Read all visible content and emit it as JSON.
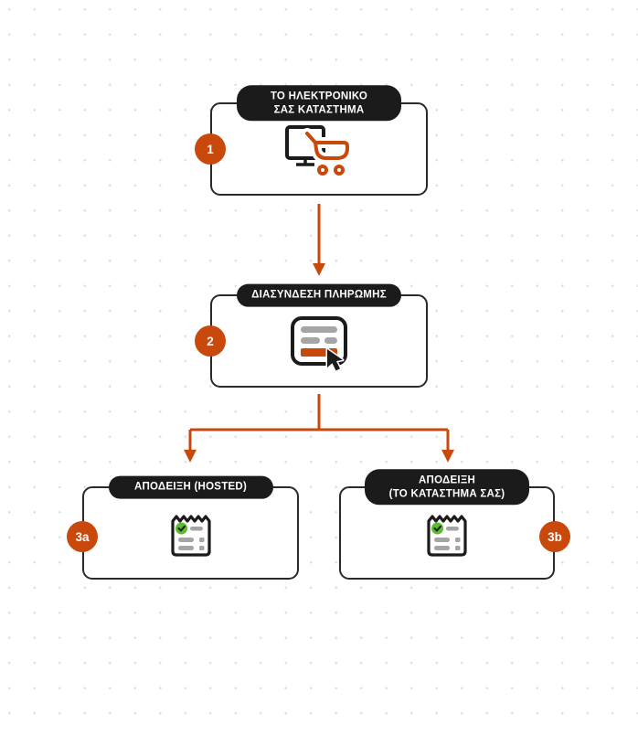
{
  "diagram": {
    "background": {
      "bg_color": "#FFFFFF",
      "dot_color": "#DEDEDE"
    },
    "colors": {
      "accent_orange": "#C8490B",
      "dark": "#1B1B1B",
      "gray_bar": "#A5A5A5",
      "green_check": "#5BBA2F"
    },
    "nodes": [
      {
        "badge": "1",
        "label_line1": "ΤΟ ΗΛΕΚΤΡΟΝΙΚΟ",
        "label_line2": "ΣΑΣ ΚΑΤΑΣΤΗΜΑ",
        "icon": "monitor-cart-icon"
      },
      {
        "badge": "2",
        "label_line1": "ΔΙΑΣΥΝΔΕΣΗ ΠΛΗΡΩΜΗΣ",
        "label_line2": "",
        "icon": "payment-form-cursor-icon"
      },
      {
        "badge": "3a",
        "label_line1": "ΑΠΟΔΕΙΞΗ (HOSTED)",
        "label_line2": "",
        "icon": "receipt-check-icon"
      },
      {
        "badge": "3b",
        "label_line1": "ΑΠΟΔΕΙΞΗ",
        "label_line2": "(ΤΟ ΚΑΤΑΣΤΗΜΑ ΣΑΣ)",
        "icon": "receipt-check-icon"
      }
    ],
    "connections": [
      {
        "from": "1",
        "to": "2",
        "type": "arrow"
      },
      {
        "from": "2",
        "to": "3a",
        "type": "arrow"
      },
      {
        "from": "2",
        "to": "3b",
        "type": "arrow"
      }
    ]
  }
}
